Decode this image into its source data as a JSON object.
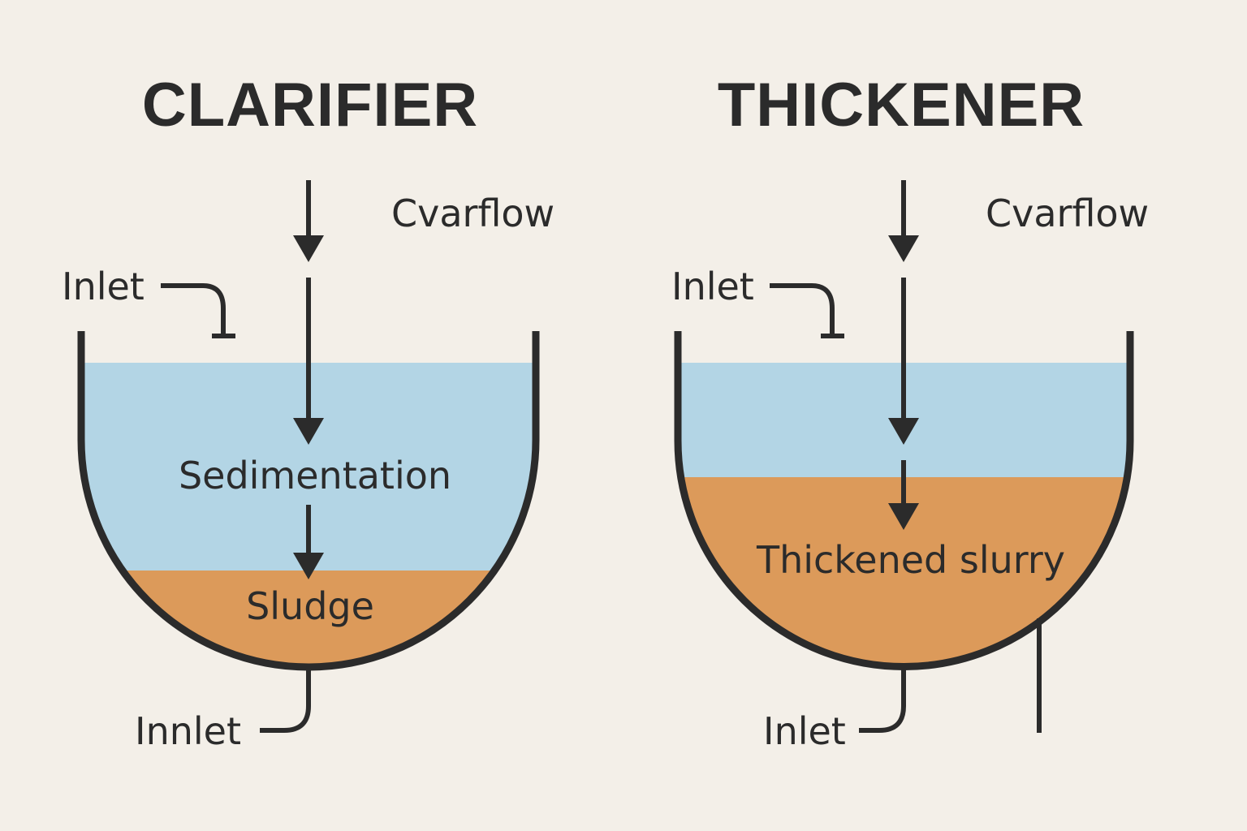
{
  "colors": {
    "background": "#f3efe8",
    "water": "#b3d5e5",
    "sludge": "#dc9a5a",
    "outline": "#2b2b2b"
  },
  "clarifier": {
    "title": "CLARIFIER",
    "overflow_label": "Cvarflow",
    "inlet_label": "Inlet",
    "water_label": "Sedimentation",
    "sludge_label": "Sludge",
    "bottom_label": "Innlet"
  },
  "thickener": {
    "title": "THICKENER",
    "overflow_label": "Cvarflow",
    "inlet_label": "Inlet",
    "sludge_label": "Thickened slurry",
    "bottom_label": "Inlet"
  }
}
